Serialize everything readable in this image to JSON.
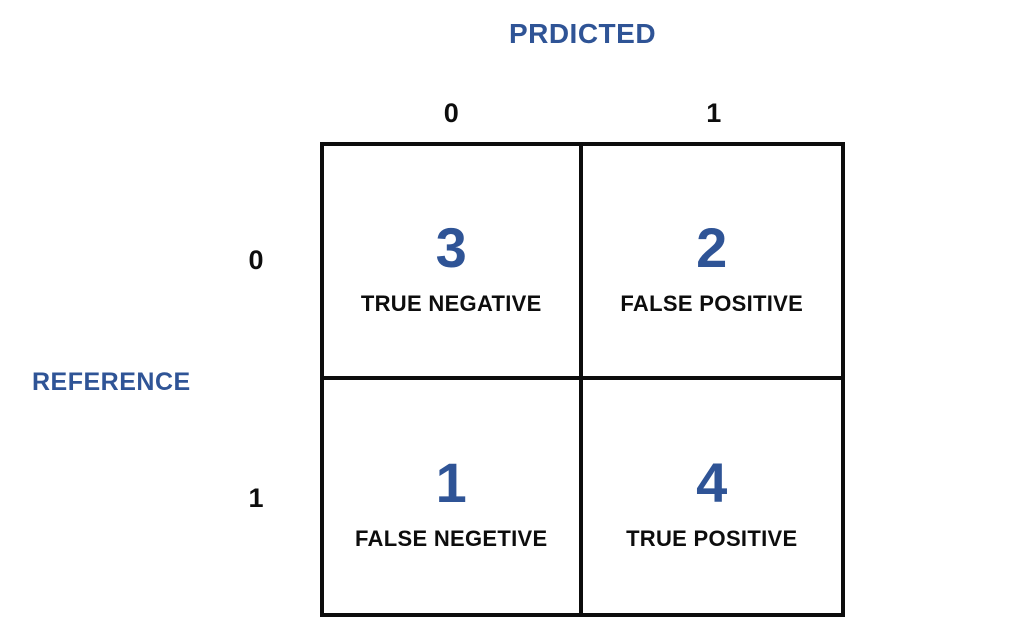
{
  "colors": {
    "accent_blue": "#2F5496",
    "line_black": "#0d0d0d",
    "background": "#ffffff"
  },
  "axes": {
    "predicted_label": "PRDICTED",
    "reference_label": "REFERENCE",
    "col_headers": [
      "0",
      "1"
    ],
    "row_headers": [
      "0",
      "1"
    ]
  },
  "cells": [
    {
      "row": "0",
      "col": "0",
      "value": "3",
      "label": "TRUE NEGATIVE"
    },
    {
      "row": "0",
      "col": "1",
      "value": "2",
      "label": "FALSE POSITIVE"
    },
    {
      "row": "1",
      "col": "0",
      "value": "1",
      "label": "FALSE NEGETIVE"
    },
    {
      "row": "1",
      "col": "1",
      "value": "4",
      "label": "TRUE POSITIVE"
    }
  ]
}
